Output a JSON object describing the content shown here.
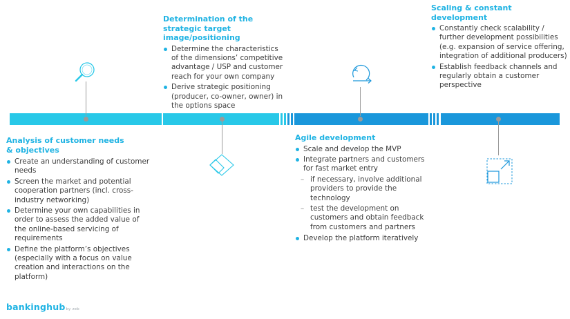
{
  "phases": [
    {
      "title": "Analysis of customer needs & objectives",
      "icon": "magnifier-icon",
      "items": [
        {
          "text": "Create an understanding of customer needs"
        },
        {
          "text": "Screen the market and potential cooperation partners (incl. cross-industry networking)"
        },
        {
          "text": "Determine your own capabilities in order to assess the added value of the online-based servicing of requirements"
        },
        {
          "text": "Define the platform’s objectives (especially with a focus on value creation and interactions on the platform)"
        }
      ]
    },
    {
      "title": "Determination of the strategic target image/positioning",
      "icon": "diamond-icon",
      "items": [
        {
          "text": "Determine the characteristics of the dimensions’ competitive advantage / USP and customer reach for your own company"
        },
        {
          "text": "Derive strategic positioning (producer, co-owner, owner) in the options space"
        }
      ]
    },
    {
      "title": "Agile development",
      "icon": "iteration-cycle-icon",
      "items": [
        {
          "text": "Scale and develop the MVP"
        },
        {
          "text": "Integrate partners and customers for fast market entry",
          "sub": [
            "if necessary, involve additional providers to provide the technology",
            "test the development on customers and obtain feedback from customers and partners"
          ]
        },
        {
          "text": "Develop the platform iteratively"
        }
      ]
    },
    {
      "title": "Scaling & constant development",
      "icon": "scale-up-icon",
      "items": [
        {
          "text": "Constantly check scalability / further development possibilities (e.g. expansion of service offering, integration of additional producers)"
        },
        {
          "text": "Establish feedback channels and regularly obtain a customer perspective"
        }
      ]
    }
  ],
  "brand": {
    "name": "bankinghub",
    "suffix": "by zeb"
  },
  "colors": {
    "accent": "#1FB3E3",
    "bar_light": "#28C8E8",
    "bar_dark": "#1A97DB",
    "connector": "#9A9A9A"
  }
}
